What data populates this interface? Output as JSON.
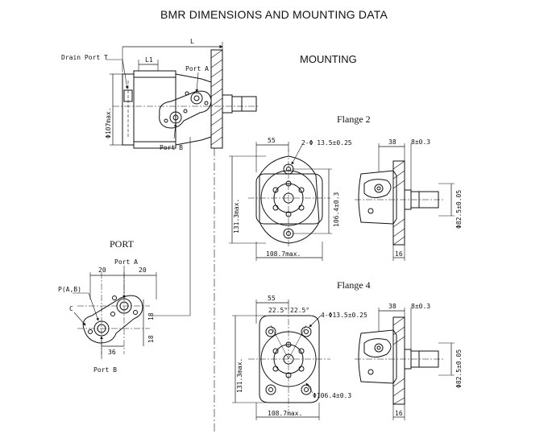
{
  "page": {
    "title": "BMR DIMENSIONS AND  MOUNTING DATA",
    "mounting_heading": "MOUNTING",
    "flange2_heading": "Flange  2",
    "flange4_heading": "Flange  4",
    "port_heading": "PORT"
  },
  "motor": {
    "drain_port": "Drain Port T",
    "length": "L",
    "l1": "L1",
    "port_a": "Port A",
    "port_b": "Port B",
    "diameter": "Φ107max."
  },
  "flange2": {
    "width_top": "55",
    "holes": "2-Φ 13.5±0.25",
    "height": "131.3max.",
    "bolt_circle": "106.4±0.3",
    "width_bottom": "108.7max.",
    "side_a": "38",
    "side_b": "8±0.3",
    "side_c": "16",
    "pilot": "Φ82.5±0.05"
  },
  "flange4": {
    "width_top": "55",
    "spacing_a": "22.5°",
    "spacing_b": "22.5°",
    "holes": "4-Φ13.5±0.25",
    "height": "131.3max.",
    "bolt_circle": "Φ106.4±0.3",
    "width_bottom": "108.7max.",
    "side_a": "38",
    "side_b": "8±0.3",
    "side_c": "16",
    "pilot": "Φ82.5±0.05"
  },
  "port": {
    "port_a": "Port A",
    "port_b": "Port B",
    "dim_left": "20",
    "dim_right": "20",
    "p_label": "P(A,B)",
    "c_label": "C",
    "dim_bottom": "36",
    "dim_v1": "18",
    "dim_v2": "18"
  }
}
